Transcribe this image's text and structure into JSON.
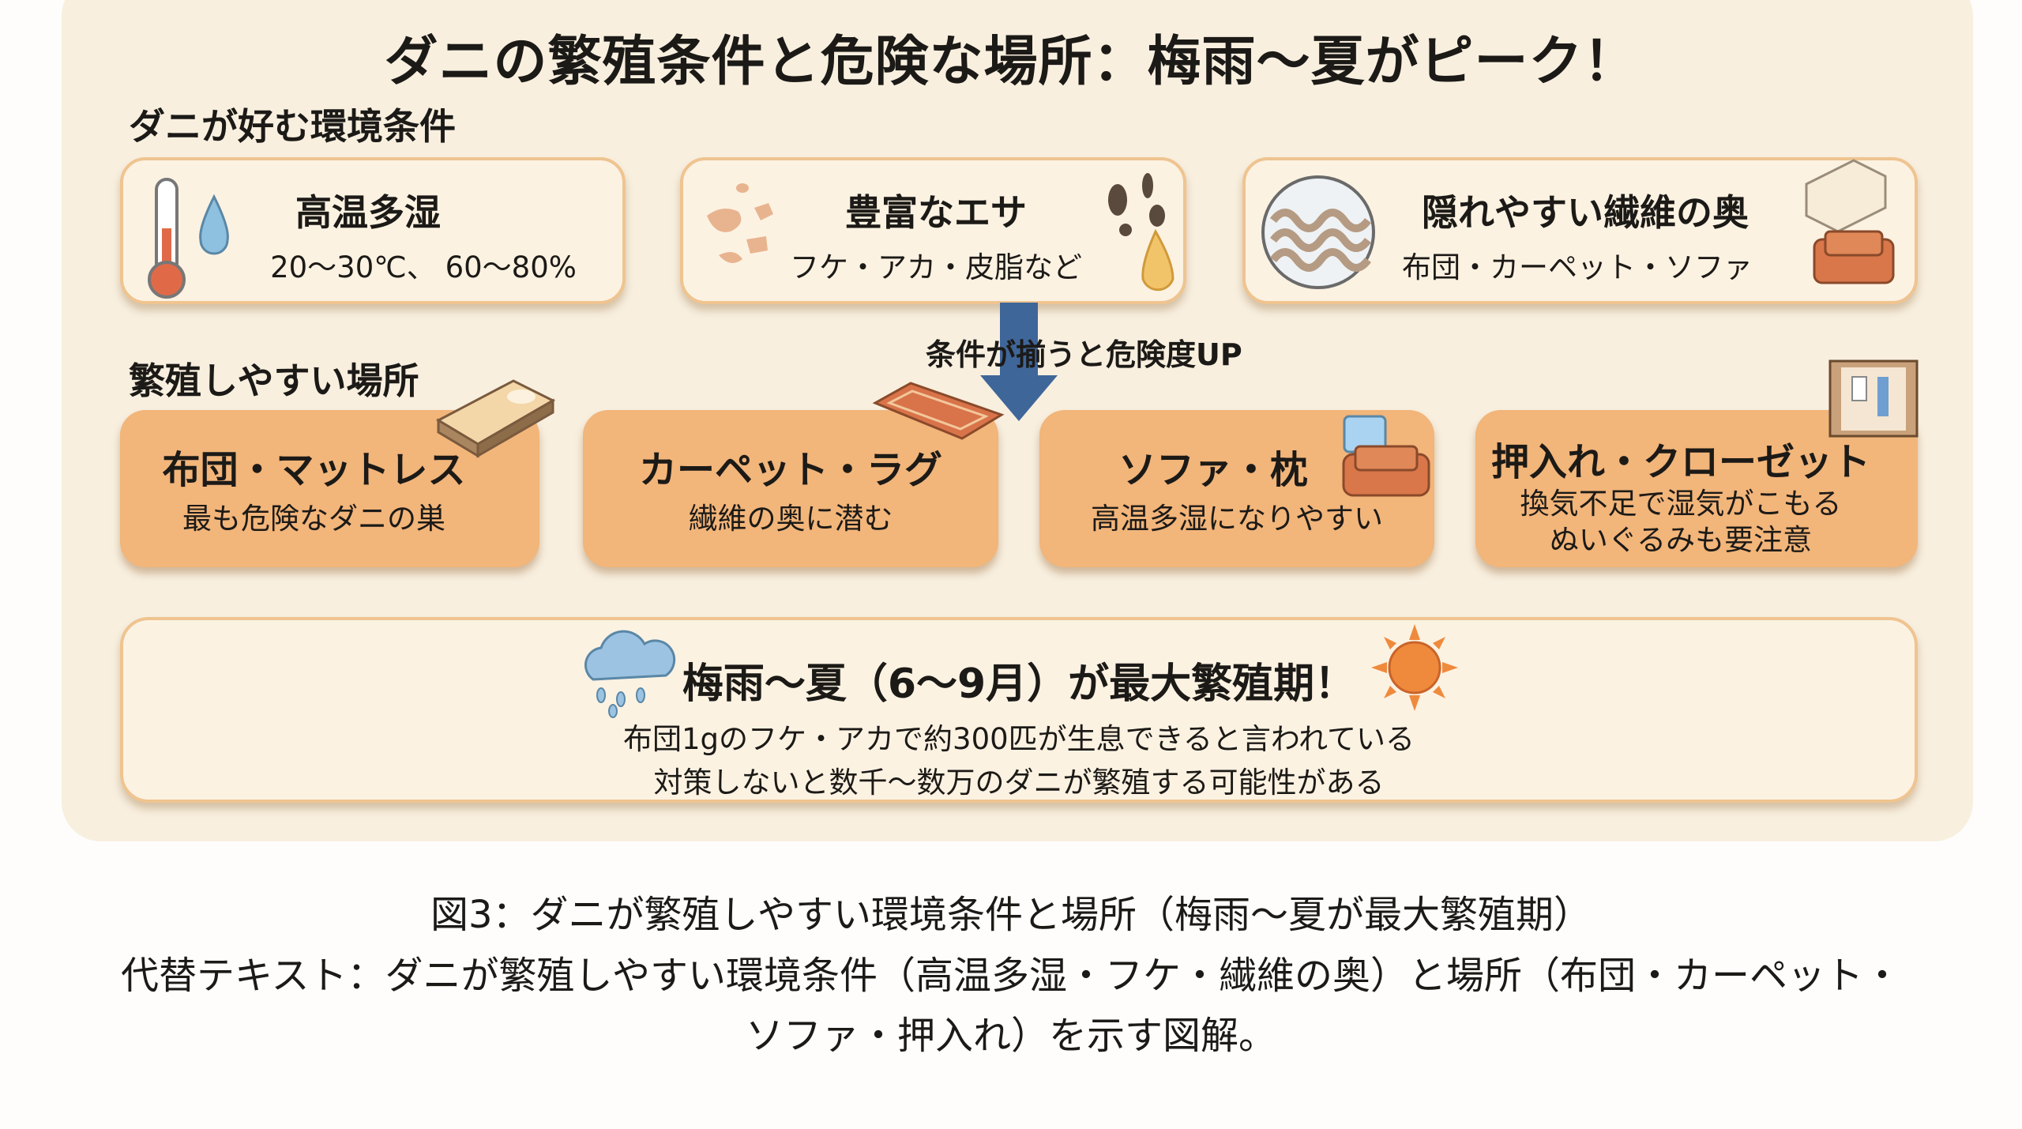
{
  "title": "ダニの繁殖条件と危険な場所：梅雨〜夏がピーク！",
  "conditions_section": {
    "label": "ダニが好む環境条件",
    "cards": [
      {
        "title": "高温多湿",
        "subtitle": "20〜30℃、 60〜80%"
      },
      {
        "title": "豊富なエサ",
        "subtitle": "フケ・アカ・皮脂など"
      },
      {
        "title": "隠れやすい繊維の奥",
        "subtitle": "布団・カーペット・ソファ"
      }
    ]
  },
  "arrow_label": "条件が揃うと危険度UP",
  "places_section": {
    "label": "繁殖しやすい場所",
    "cards": [
      {
        "title": "布団・マットレス",
        "lines": [
          "最も危険なダニの巣"
        ]
      },
      {
        "title": "カーペット・ラグ",
        "lines": [
          "繊維の奥に潜む"
        ]
      },
      {
        "title": "ソファ・枕",
        "lines": [
          "高温多湿になりやすい"
        ]
      },
      {
        "title": "押入れ・クローゼット",
        "lines": [
          "換気不足で湿気がこもる",
          "ぬいぐるみも要注意"
        ]
      }
    ]
  },
  "season": {
    "title": "梅雨〜夏（6〜9月）が最大繁殖期！",
    "lines": [
      "布団1gのフケ・アカで約300匹が生息できると言われている",
      "対策しないと数千〜数万のダニが繁殖する可能性がある"
    ]
  },
  "caption": {
    "figure": "図3：ダニが繁殖しやすい環境条件と場所（梅雨〜夏が最大繁殖期）",
    "alt_line1": "代替テキスト：ダニが繁殖しやすい環境条件（高温多湿・フケ・繊維の奥）と場所（布団・カーペット・",
    "alt_line2": "ソファ・押入れ）を示す図解。"
  },
  "colors": {
    "panel": "#f8efdf",
    "card_border": "#efc490",
    "place_card": "#f2b57a",
    "arrow": "#3f6699",
    "sofa": "#d9774a",
    "sun": "#ef8a3c",
    "rain": "#9cc3e2"
  }
}
